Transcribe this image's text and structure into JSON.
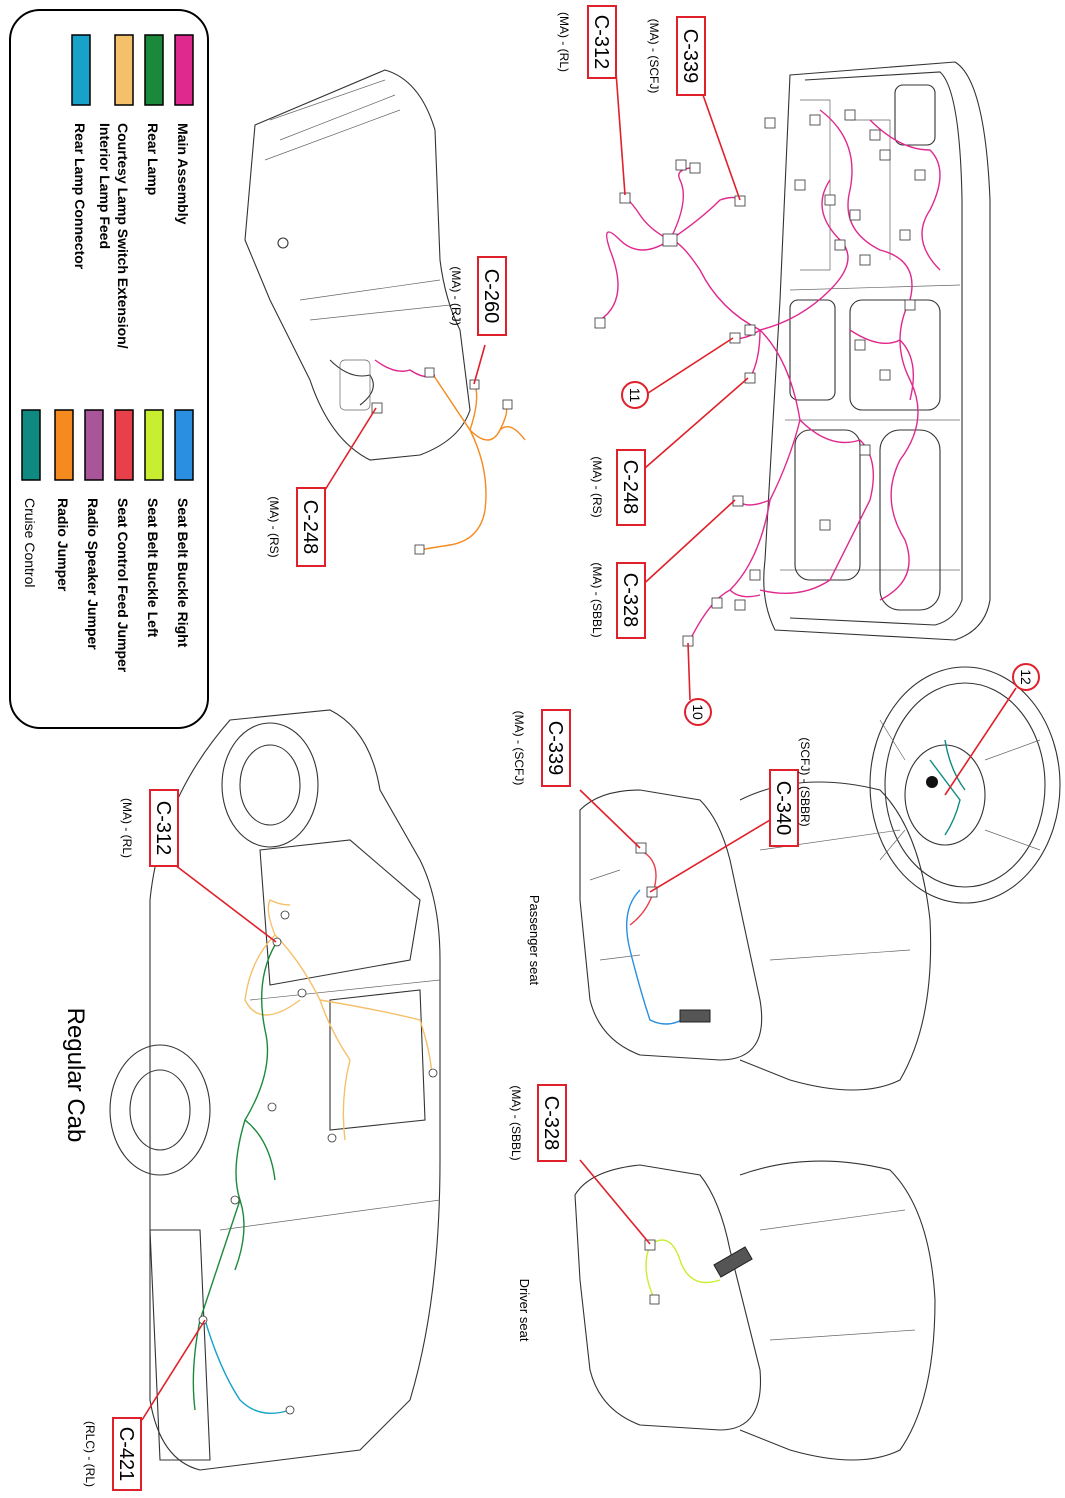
{
  "colors": {
    "main_assembly": "#e0298f",
    "rear_lamp": "#1a8a3a",
    "courtesy_lamp": "#f5c06a",
    "rear_lamp_connector": "#18a2c9",
    "seat_belt_buckle_right": "#2a8fe0",
    "seat_belt_buckle_left": "#c8ee32",
    "seat_control_feed_jumper": "#e8404a",
    "radio_speaker_jumper": "#a8559a",
    "radio_jumper": "#f58a1e",
    "cruise_control": "#0e8a80",
    "leader": "#e0202a"
  },
  "legend": {
    "left": [
      {
        "label": "Main Assembly",
        "color": "#e0298f"
      },
      {
        "label": "Rear Lamp",
        "color": "#1a8a3a"
      },
      {
        "label": "Courtesy Lamp Switch Extension/",
        "label2": "Interior Lamp Feed",
        "color": "#f5c06a"
      },
      {
        "label": "Rear Lamp Connector",
        "color": "#18a2c9"
      }
    ],
    "right": [
      {
        "label": "Seat Belt Buckle Right",
        "color": "#2a8fe0"
      },
      {
        "label": "Seat Belt Buckle Left",
        "color": "#c8ee32"
      },
      {
        "label": "Seat Control Feed Jumper",
        "color": "#e8404a"
      },
      {
        "label": "Radio Speaker Jumper",
        "color": "#a8559a"
      },
      {
        "label": "Radio Jumper",
        "color": "#f58a1e"
      },
      {
        "label": "Cruise Control",
        "color": "#0e8a80"
      }
    ]
  },
  "callouts": {
    "c339_top": {
      "id": "C-339",
      "sub": "(MA) - (SCFJ)"
    },
    "c312_top": {
      "id": "C-312",
      "sub": "(MA) - (RL)"
    },
    "c260": {
      "id": "C-260",
      "sub": "(MA) - (RJ)"
    },
    "c248_left": {
      "id": "C-248",
      "sub": "(MA) - (RS)"
    },
    "c248_mid": {
      "id": "C-248",
      "sub": "(MA) - (RS)"
    },
    "c328_mid": {
      "id": "C-328",
      "sub": "(MA) - (SBBL)"
    },
    "c339_seat": {
      "id": "C-339",
      "sub": "(MA) - (SCFJ)"
    },
    "c340": {
      "id": "C-340",
      "sub": "(SCFJ) - (SBBR)"
    },
    "c328_seat": {
      "id": "C-328",
      "sub": "(MA) - (SBBL)"
    },
    "c312_truck": {
      "id": "C-312",
      "sub": "(MA) - (RL)"
    },
    "c421": {
      "id": "C-421",
      "sub": "(RLC) - (RL)"
    }
  },
  "circles": {
    "n10": "10",
    "n11": "11",
    "n12": "12"
  },
  "captions": {
    "passenger_seat": "Passenger seat",
    "driver_seat": "Driver seat",
    "regular_cab": "Regular Cab"
  }
}
